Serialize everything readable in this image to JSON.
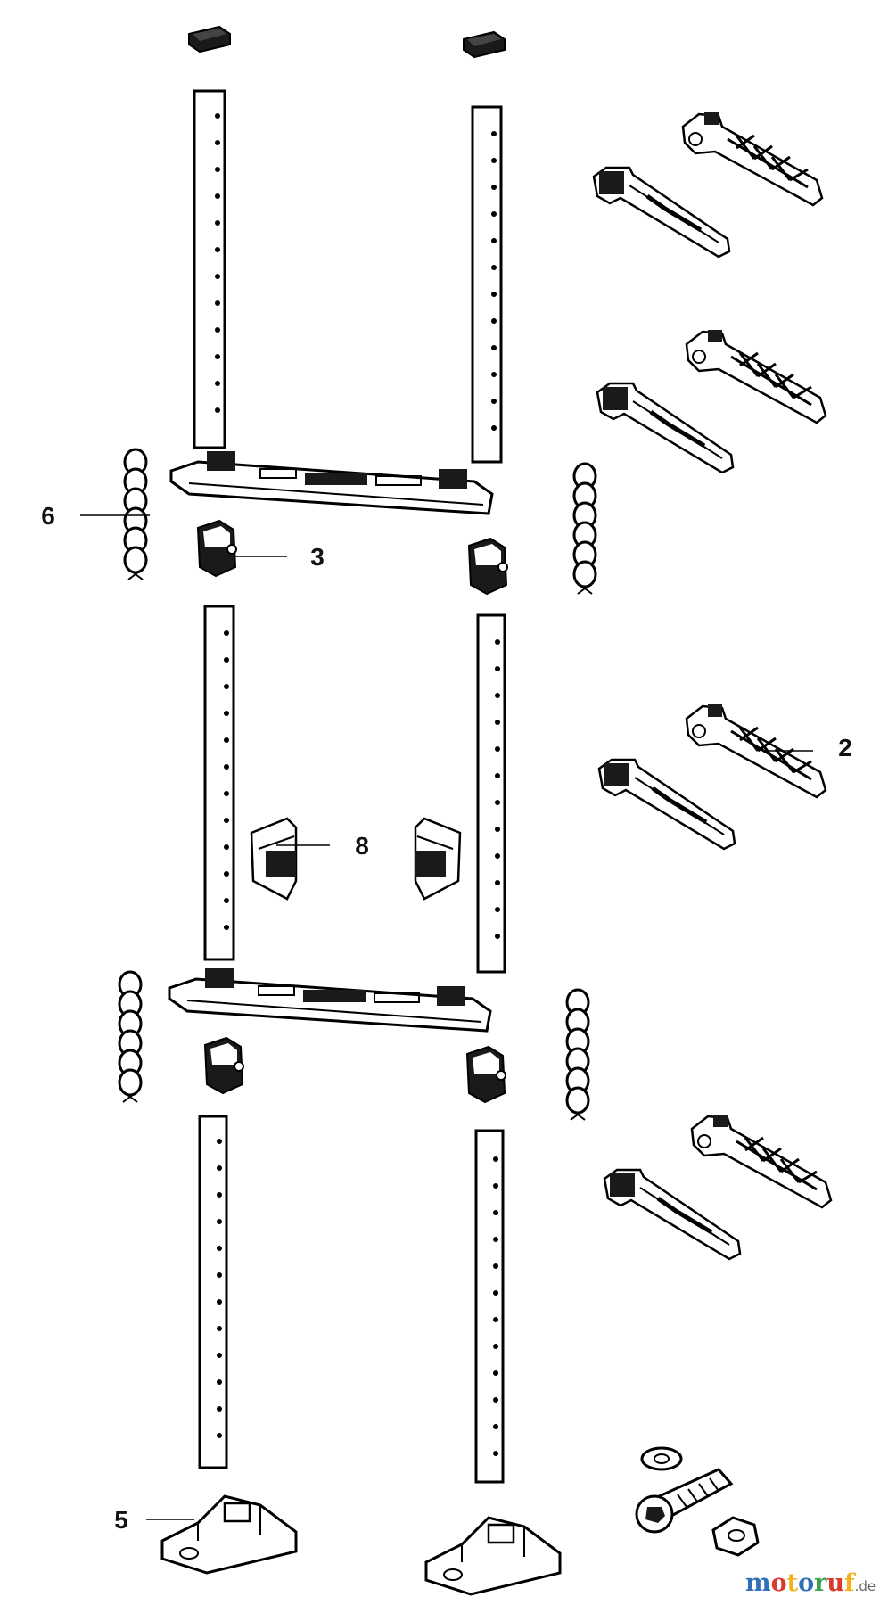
{
  "callouts": [
    {
      "id": "6",
      "label": "6"
    },
    {
      "id": "3",
      "label": "3"
    },
    {
      "id": "2",
      "label": "2"
    },
    {
      "id": "8",
      "label": "8"
    },
    {
      "id": "5",
      "label": "5"
    }
  ],
  "watermark": {
    "parts": [
      "m",
      "o",
      "t",
      "o",
      "r",
      "u",
      "f"
    ],
    "colors": [
      "#2f6fb7",
      "#d83a2e",
      "#f1b21b",
      "#2f6fb7",
      "#3aa04a",
      "#d83a2e",
      "#f1b21b"
    ],
    "suffix": ".de"
  },
  "colors": {
    "line": "#000000",
    "fill": "#ffffff",
    "shade": "#1a1a1a"
  }
}
